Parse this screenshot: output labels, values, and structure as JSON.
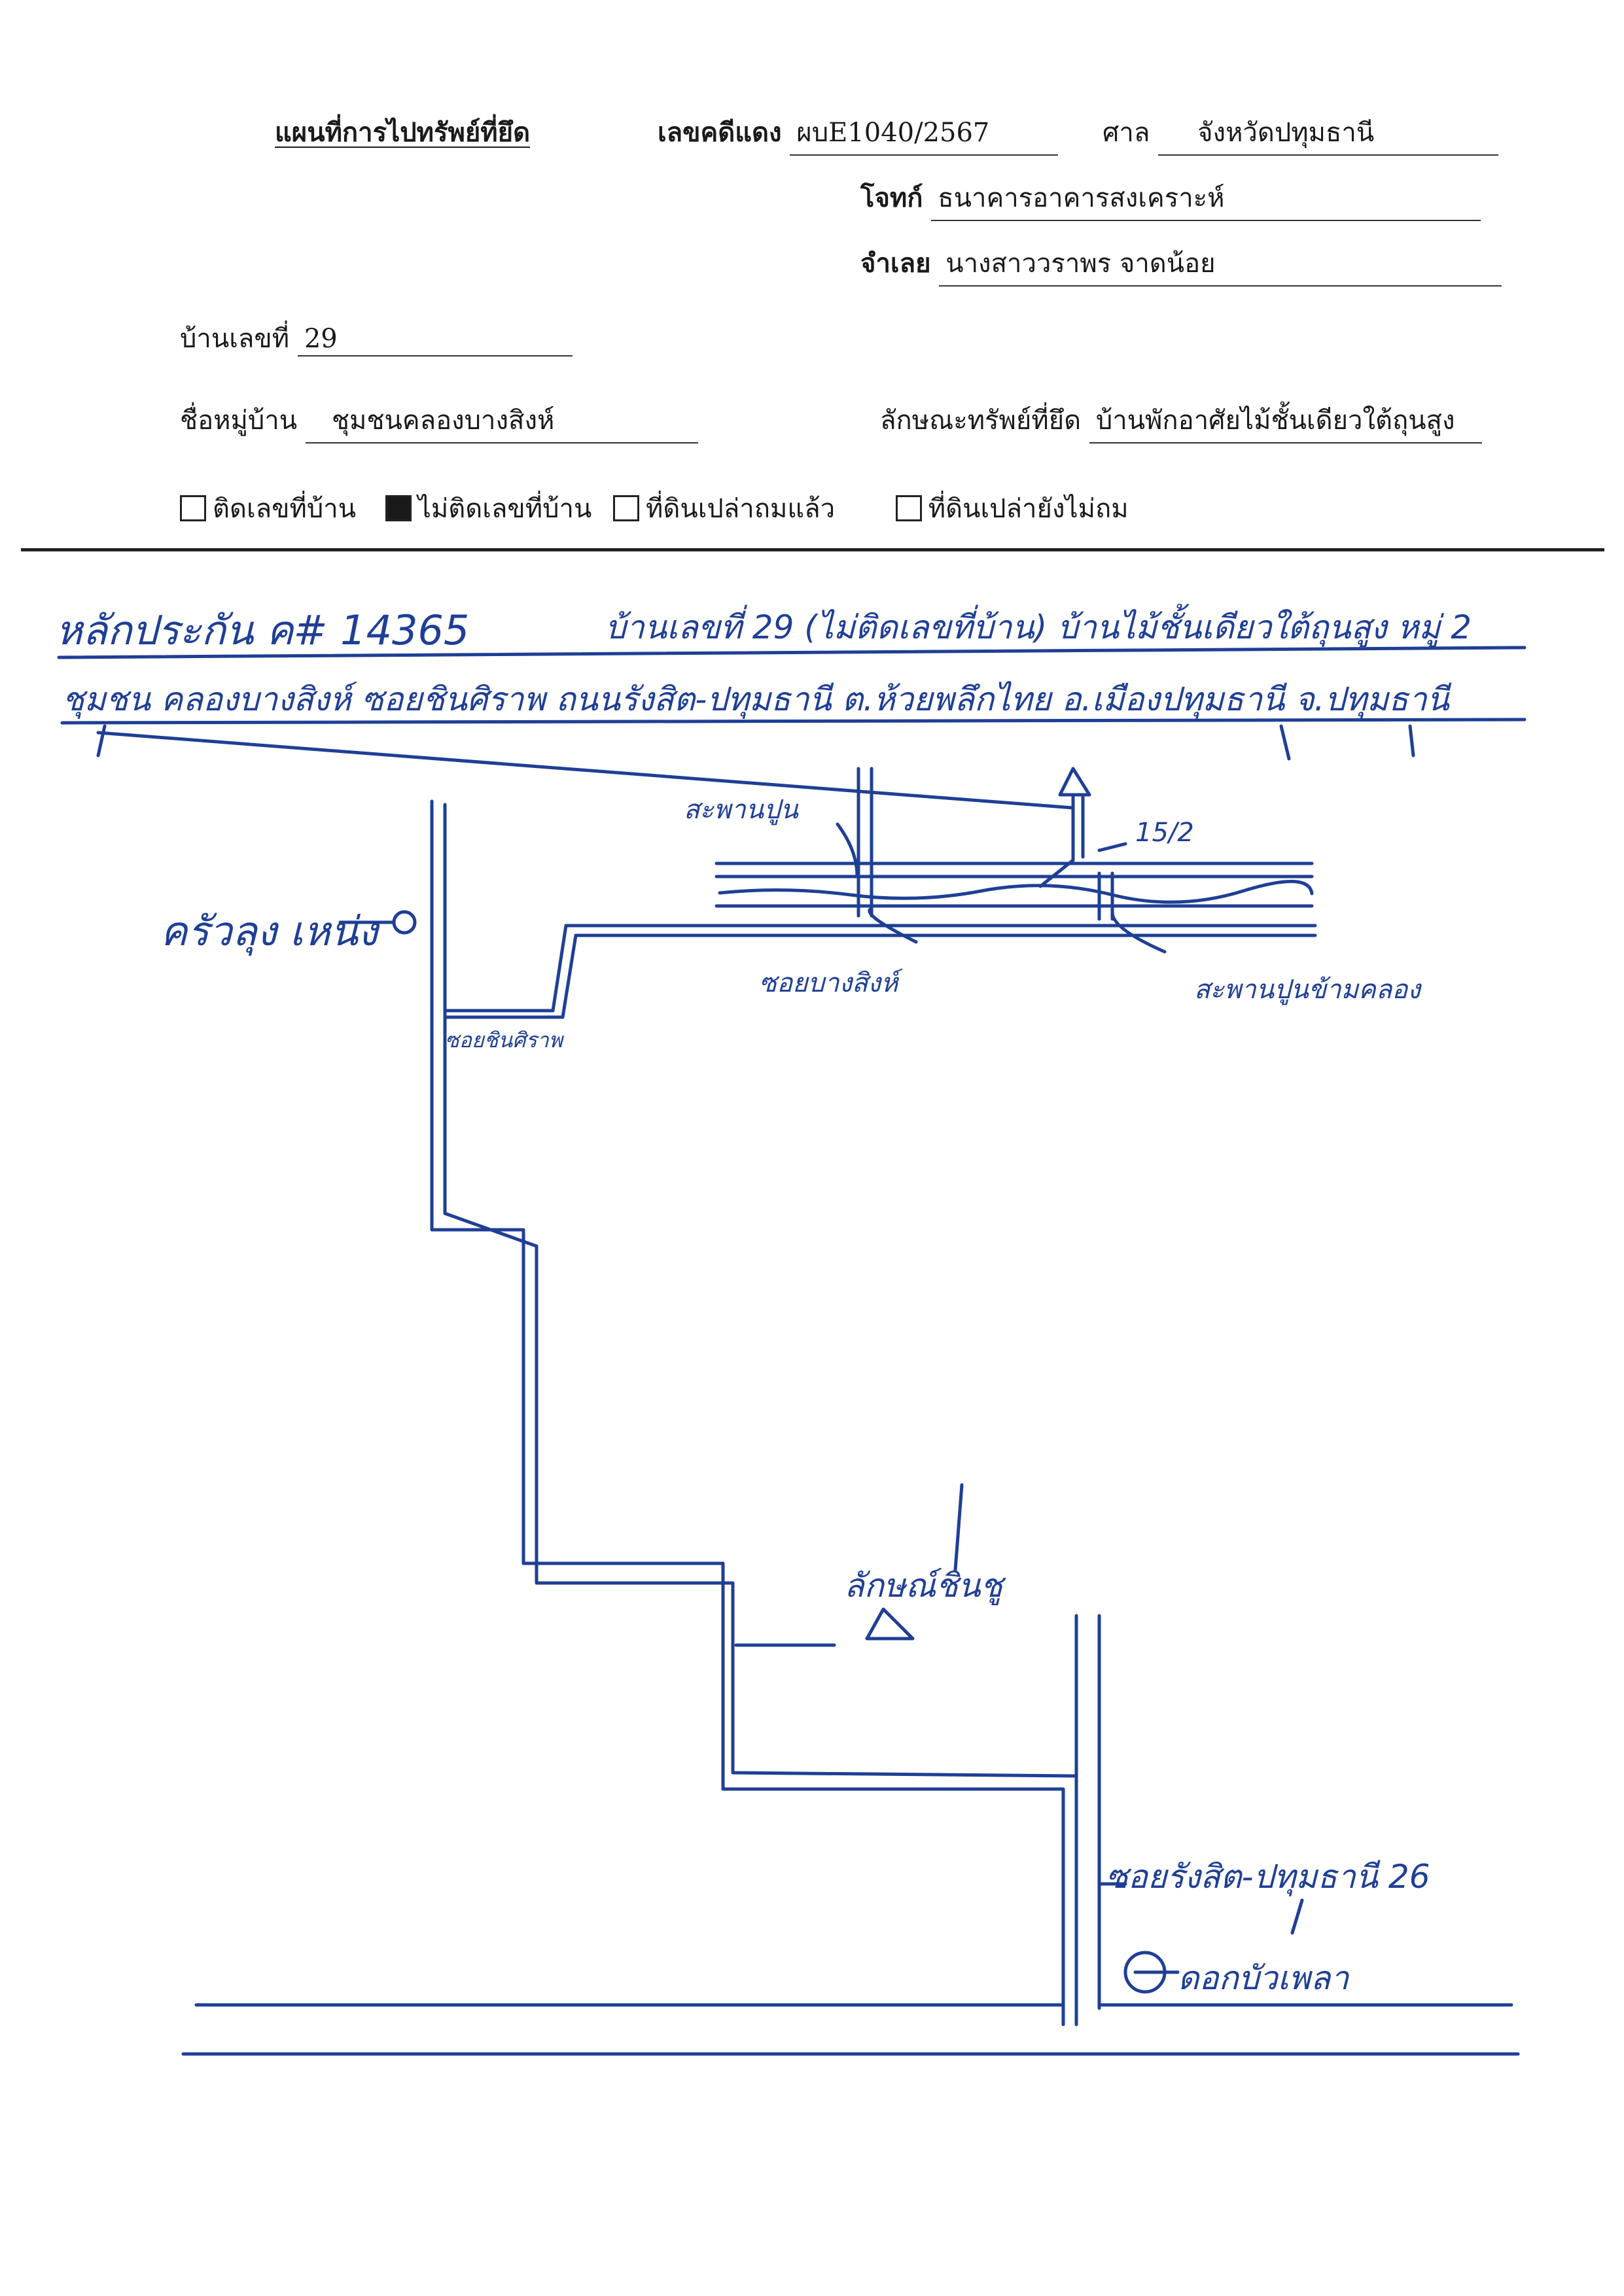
{
  "form": {
    "title": "แผนที่การไปทรัพย์ที่ยึด",
    "case_label": "เลขคดีแดง",
    "case_value": "ผบE1040/2567",
    "court_label": "ศาล",
    "court_value": "จังหวัดปทุมธานี",
    "plaintiff_label": "โจทก์",
    "plaintiff_value": "ธนาคารอาคารสงเคราะห์",
    "defendant_label": "จำเลย",
    "defendant_value": "นางสาววราพร จาดน้อย",
    "house_no_label": "บ้านเลขที่",
    "house_no_value": "29",
    "village_label": "ชื่อหมู่บ้าน",
    "village_value": "ชุมชนคลองบางสิงห์",
    "property_label": "ลักษณะทรัพย์ที่ยึด",
    "property_value": "บ้านพักอาศัยไม้ชั้นเดียวใต้ถุนสูง",
    "checkboxes": [
      {
        "label": "ติดเลขที่บ้าน",
        "checked": false
      },
      {
        "label": "ไม่ติดเลขที่บ้าน",
        "checked": true
      },
      {
        "label": "ที่ดินเปล่าถมแล้ว",
        "checked": false
      },
      {
        "label": "ที่ดินเปล่ายังไม่ถม",
        "checked": false
      }
    ]
  },
  "handwriting": {
    "line1_left": "หลักประกัน ค# 14365",
    "line1_right": "บ้านเลขที่ 29 (ไม่ติดเลขที่บ้าน) บ้านไม้ชั้นเดียวใต้ถุนสูง หมู่ 2",
    "line2": "ชุมชน คลองบางสิงห์ ซอยชินศิราพ ถนนรังสิต-ปทุมธานี ต.ห้วยพลึกไทย อ.เมืองปทุมธานี จ.ปทุมธานี",
    "label_bridge_top": "สะพานปูน",
    "label_15_2": "15/2",
    "label_family": "ครัวลุง เหน่ง",
    "label_soi_bangsing": "ซอยบางสิงห์",
    "label_bridge_canal": "สะพานปูนข้ามคลอง",
    "label_soi_chinsiraporn": "ซอยชินศิราพ",
    "label_camp": "ลักษณ์ชินชู",
    "label_soi_rangsit": "ซอยรังสิต-ปทุมธานี 26",
    "label_dokbuaphlao": "ดอกบัวเพลา"
  },
  "colors": {
    "ink": "#1f3f96",
    "print": "#1a1a1a"
  }
}
